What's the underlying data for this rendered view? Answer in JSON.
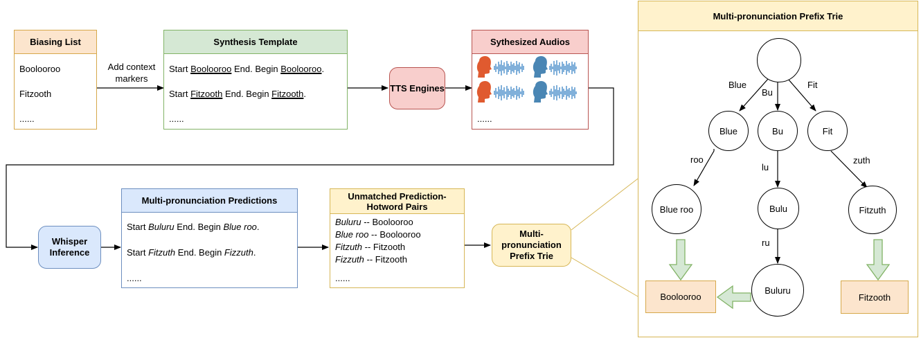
{
  "biasing_list": {
    "title": "Biasing List",
    "items": [
      "Boolooroo",
      "Fitzooth",
      "......"
    ]
  },
  "arrow_label": [
    "Add context",
    "markers"
  ],
  "synthesis_template": {
    "title": "Synthesis Template",
    "rows": [
      {
        "a": "Start ",
        "w1": "Boolooroo",
        "b": " End. Begin ",
        "w2": "Boolooroo",
        "c": "."
      },
      {
        "a": "Start ",
        "w1": "Fitzooth",
        "b": " End. Begin ",
        "w2": "Fitzooth",
        "c": "."
      }
    ],
    "more": "......"
  },
  "tts_engines": {
    "label": "TTS Engines"
  },
  "synthesized_audios": {
    "title": "Sythesized Audios",
    "more": "......"
  },
  "whisper_inference": {
    "line1": "Whisper",
    "line2": "Inference"
  },
  "mp_predictions": {
    "title": "Multi-pronunciation Predictions",
    "rows": [
      {
        "a": "Start ",
        "w1": "Buluru",
        "b": " End. Begin ",
        "w2": "Blue roo",
        "c": "."
      },
      {
        "a": "Start ",
        "w1": "Fitzuth",
        "b": " End. Begin ",
        "w2": "Fizzuth",
        "c": "."
      }
    ],
    "more": "......"
  },
  "unmatched_pairs": {
    "title_line1": "Unmatched Prediction-",
    "title_line2": "Hotword Pairs",
    "pairs": [
      {
        "pred": "Buluru",
        "sep": " -- ",
        "hot": "Boolooroo"
      },
      {
        "pred": "Blue roo",
        "sep": " -- ",
        "hot": "Boolooroo"
      },
      {
        "pred": "Fitzuth",
        "sep": " -- ",
        "hot": "Fitzooth"
      },
      {
        "pred": "Fizzuth",
        "sep": " -- ",
        "hot": "Fitzooth"
      }
    ],
    "more": "......"
  },
  "mp_prefix_trie_box": {
    "line1": "Multi-",
    "line2": "pronunciation",
    "line3": "Prefix Trie"
  },
  "trie_panel": {
    "title": "Multi-pronunciation Prefix Trie",
    "nodes": {
      "root": "",
      "blue": "Blue",
      "bu": "Bu",
      "fit": "Fit",
      "blue_roo": "Blue roo",
      "bulu": "Bulu",
      "fitzuth": "Fitzuth",
      "buluru": "Buluru"
    },
    "edges": {
      "blue": "Blue",
      "bu": "Bu",
      "fit": "Fit",
      "roo": "roo",
      "lu": "lu",
      "zuth": "zuth",
      "ru": "ru"
    },
    "leaves": {
      "boolooroo": "Boolooroo",
      "fitzooth": "Fitzooth"
    }
  },
  "colors": {
    "orange_fill": "#fce5cd",
    "orange_border": "#d6a84a",
    "green_fill": "#d5e8d4",
    "green_border": "#82b366",
    "red_fill": "#f8cecc",
    "red_border": "#b85450",
    "blue_fill": "#dae8fc",
    "blue_border": "#6c8ebf",
    "yellow_fill": "#fff2cc",
    "yellow_border": "#d6b656",
    "waveform": "#3d85c6",
    "head_red": "#e05a2f",
    "head_blue": "#4a86b4"
  }
}
